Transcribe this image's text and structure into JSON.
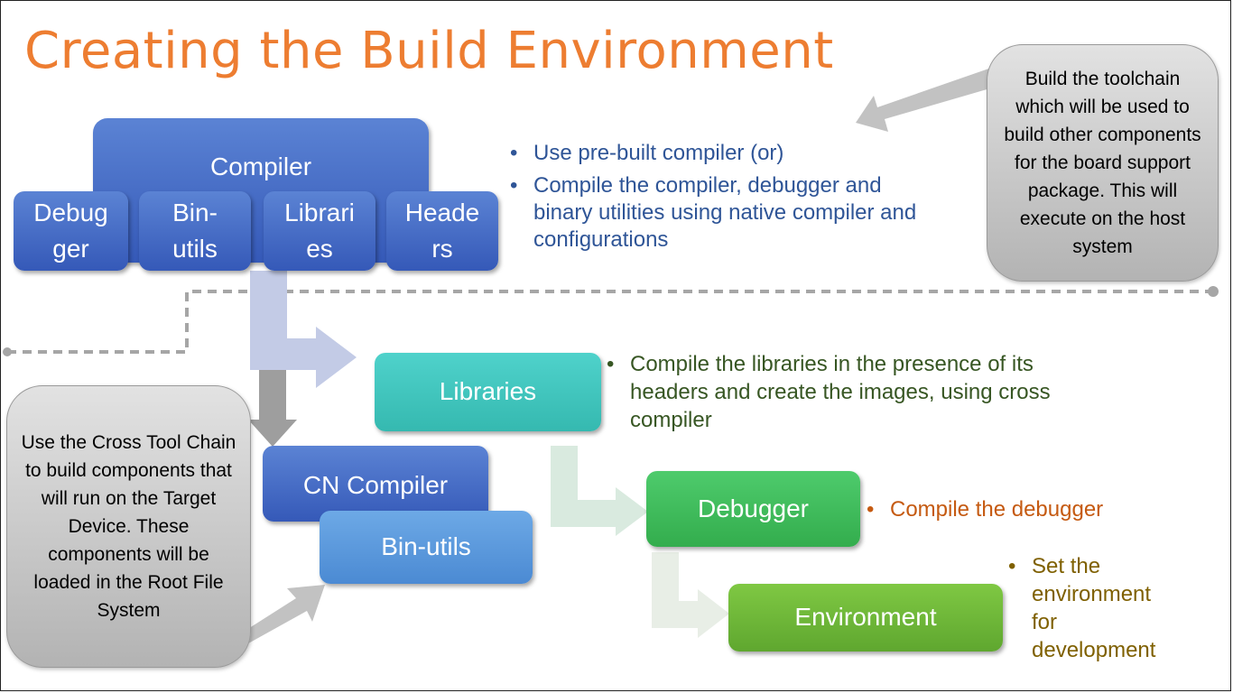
{
  "title": "Creating the Build Environment",
  "host_block": {
    "compiler": "Compiler",
    "debugger": "Debug\nger",
    "binutils": "Bin-\nutils",
    "libraries": "Librari\nes",
    "headers": "Heade\nrs"
  },
  "host_bullets": [
    "Use pre-built compiler (or)",
    "Compile the compiler, debugger and binary utilities using native compiler and configurations"
  ],
  "host_callout": "Build the toolchain which will be used to build other components for the board support package. This will execute on the host system",
  "target_callout": "Use the Cross Tool Chain to build components that will run on the Target Device. These components will be loaded in the Root File System",
  "cross_block": {
    "cn_compiler": "CN Compiler",
    "binutils": "Bin-utils"
  },
  "steps": {
    "libraries": {
      "label": "Libraries",
      "bullet": "Compile the libraries in the presence of its headers and create the images, using cross compiler"
    },
    "debugger": {
      "label": "Debugger",
      "bullet": "Compile the debugger"
    },
    "environment": {
      "label": "Environment",
      "bullet": "Set the environment for development"
    }
  },
  "colors": {
    "title": "#ed7d31",
    "host_blue": "#4472c4",
    "teal": "#40c4bc",
    "green": "#3cb95a",
    "olive": "#6cb33a",
    "callout_gray": "#c8c8c8"
  }
}
